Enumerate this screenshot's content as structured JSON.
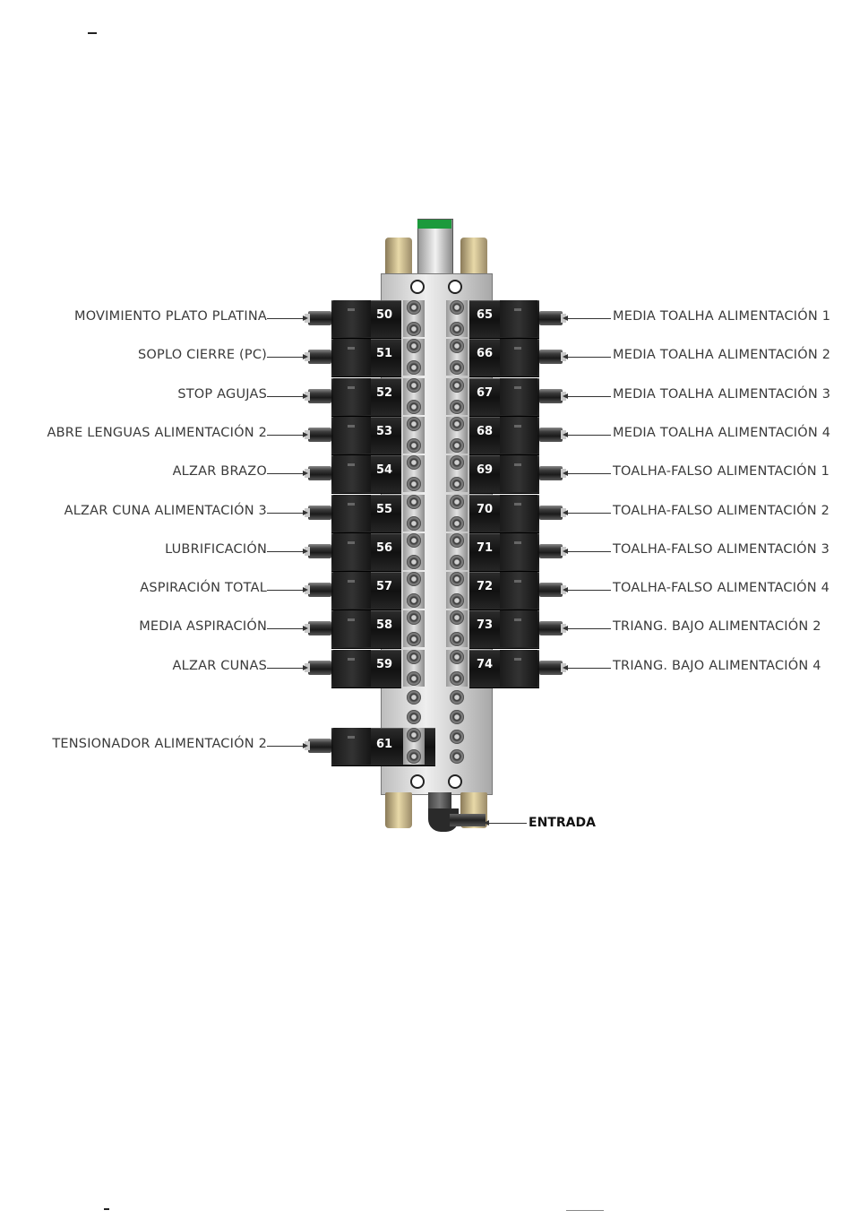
{
  "top_mark": "",
  "left_labels": [
    "MOVIMIENTO PLATO PLATINA",
    "SOPLO CIERRE (PC)",
    "STOP AGUJAS",
    "ABRE LENGUAS ALIMENTACIÓN 2",
    "ALZAR BRAZO",
    "ALZAR CUNA ALIMENTACIÓN 3",
    "LUBRIFICACIÓN",
    "ASPIRACIÓN TOTAL",
    "MEDIA ASPIRACIÓN",
    "ALZAR CUNAS"
  ],
  "left_numbers": [
    "50",
    "51",
    "52",
    "53",
    "54",
    "55",
    "56",
    "57",
    "58",
    "59"
  ],
  "right_labels": [
    "MEDIA TOALHA ALIMENTACIÓN 1",
    "MEDIA TOALHA ALIMENTACIÓN 2",
    "MEDIA TOALHA ALIMENTACIÓN 3",
    "MEDIA TOALHA ALIMENTACIÓN 4",
    "TOALHA-FALSO ALIMENTACIÓN 1",
    "TOALHA-FALSO ALIMENTACIÓN 2",
    "TOALHA-FALSO ALIMENTACIÓN 3",
    "TOALHA-FALSO ALIMENTACIÓN 4",
    "TRIANG. BAJO ALIMENTACIÓN 2",
    "TRIANG. BAJO ALIMENTACIÓN 4"
  ],
  "right_numbers": [
    "65",
    "66",
    "67",
    "68",
    "69",
    "70",
    "71",
    "72",
    "73",
    "74"
  ],
  "extra_valve": {
    "label": "TENSIONADOR ALIMENTACIÓN 2",
    "number": "61"
  },
  "inlet_label": "ENTRADA"
}
